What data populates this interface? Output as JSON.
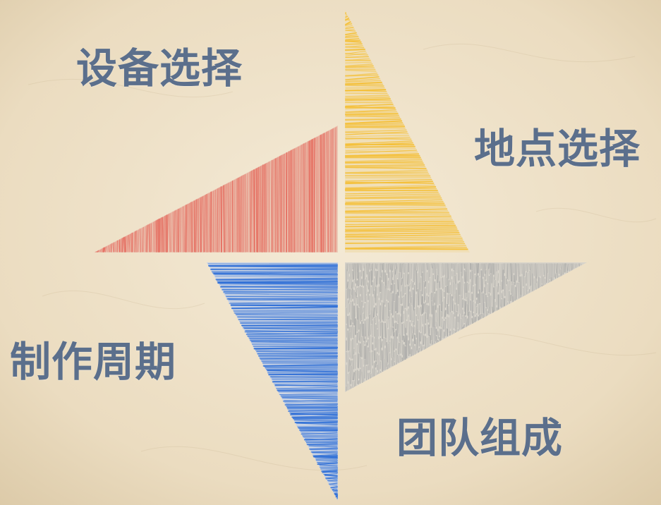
{
  "labels": {
    "top_left": "设备选择",
    "top_right": "地点选择",
    "bottom_left": "制作周期",
    "bottom_right": "团队组成"
  },
  "colors": {
    "text": "#5b6f8c",
    "background": "#efe2c8",
    "red": "#e56a5d",
    "yellow": "#f4c03a",
    "blue": "#2f6fd6",
    "gray": "#a8a8a6"
  },
  "shapes": {
    "top_left": "red-hatched-triangle",
    "top_right": "yellow-hatched-triangle",
    "bottom_left": "blue-hatched-triangle",
    "bottom_right": "gray-hatched-triangle"
  }
}
